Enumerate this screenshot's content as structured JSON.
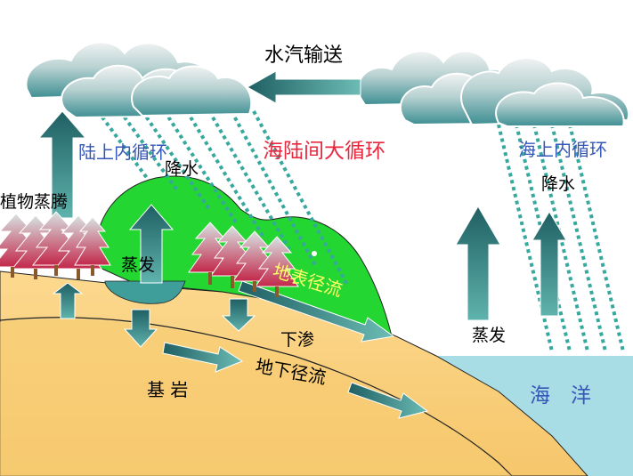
{
  "labels": {
    "vapor_transport": "水汽输送",
    "land_cycle": "陆上内循环",
    "sea_land_cycle": "海陆间大循环",
    "ocean_cycle": "海上内循环",
    "precip_land": "降水",
    "precip_ocean": "降水",
    "transpiration": "植物蒸腾",
    "evap_land": "蒸发",
    "evap_ocean": "蒸发",
    "surface_runoff": "地表径流",
    "infiltration": "下渗",
    "groundwater_runoff": "地下径流",
    "bedrock": "基 岩",
    "ocean": "海　洋"
  },
  "colors": {
    "cloud_body": "#4f9a9e",
    "cloud_top": "#dfe6e6",
    "rain": "#35a79d",
    "arrow": "#256e70",
    "ground": "#fbd487",
    "bedrock": "#f3c56c",
    "hill": "#22d631",
    "ocean": "#a9dde6",
    "cycle_land": "#3557b8",
    "cycle_sea_land": "#e8283e",
    "cycle_ocean": "#3557b8"
  }
}
